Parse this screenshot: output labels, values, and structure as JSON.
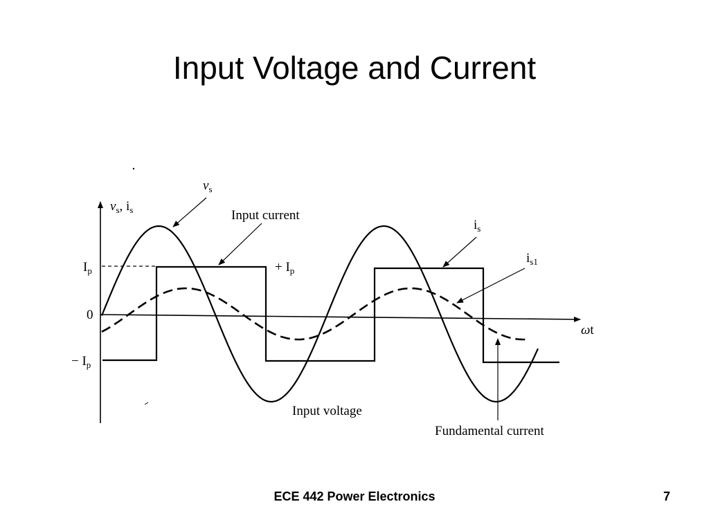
{
  "slide": {
    "title": "Input Voltage and Current",
    "footer_course": "ECE 442 Power Electronics",
    "page_number": "7"
  },
  "figure": {
    "y_axis_label_v": "v",
    "y_axis_label_v_sub": "s",
    "y_axis_label_sep": ", i",
    "y_axis_label_i_sub": "s",
    "x_axis_label_omega": "ω",
    "x_axis_label_t": "t",
    "tick_ip": "I",
    "tick_ip_sub": "p",
    "tick_zero": "0",
    "tick_neg_ip": "− I",
    "tick_neg_ip_sub": "p",
    "plus_ip": "+ I",
    "plus_ip_sub": "p",
    "callout_vs": "v",
    "callout_vs_sub": "s",
    "callout_input_current": "Input current",
    "callout_is": "i",
    "callout_is_sub": "s",
    "callout_is1": "i",
    "callout_is1_sub": "s1",
    "callout_input_voltage": "Input voltage",
    "callout_fundamental": "Fundamental current"
  }
}
